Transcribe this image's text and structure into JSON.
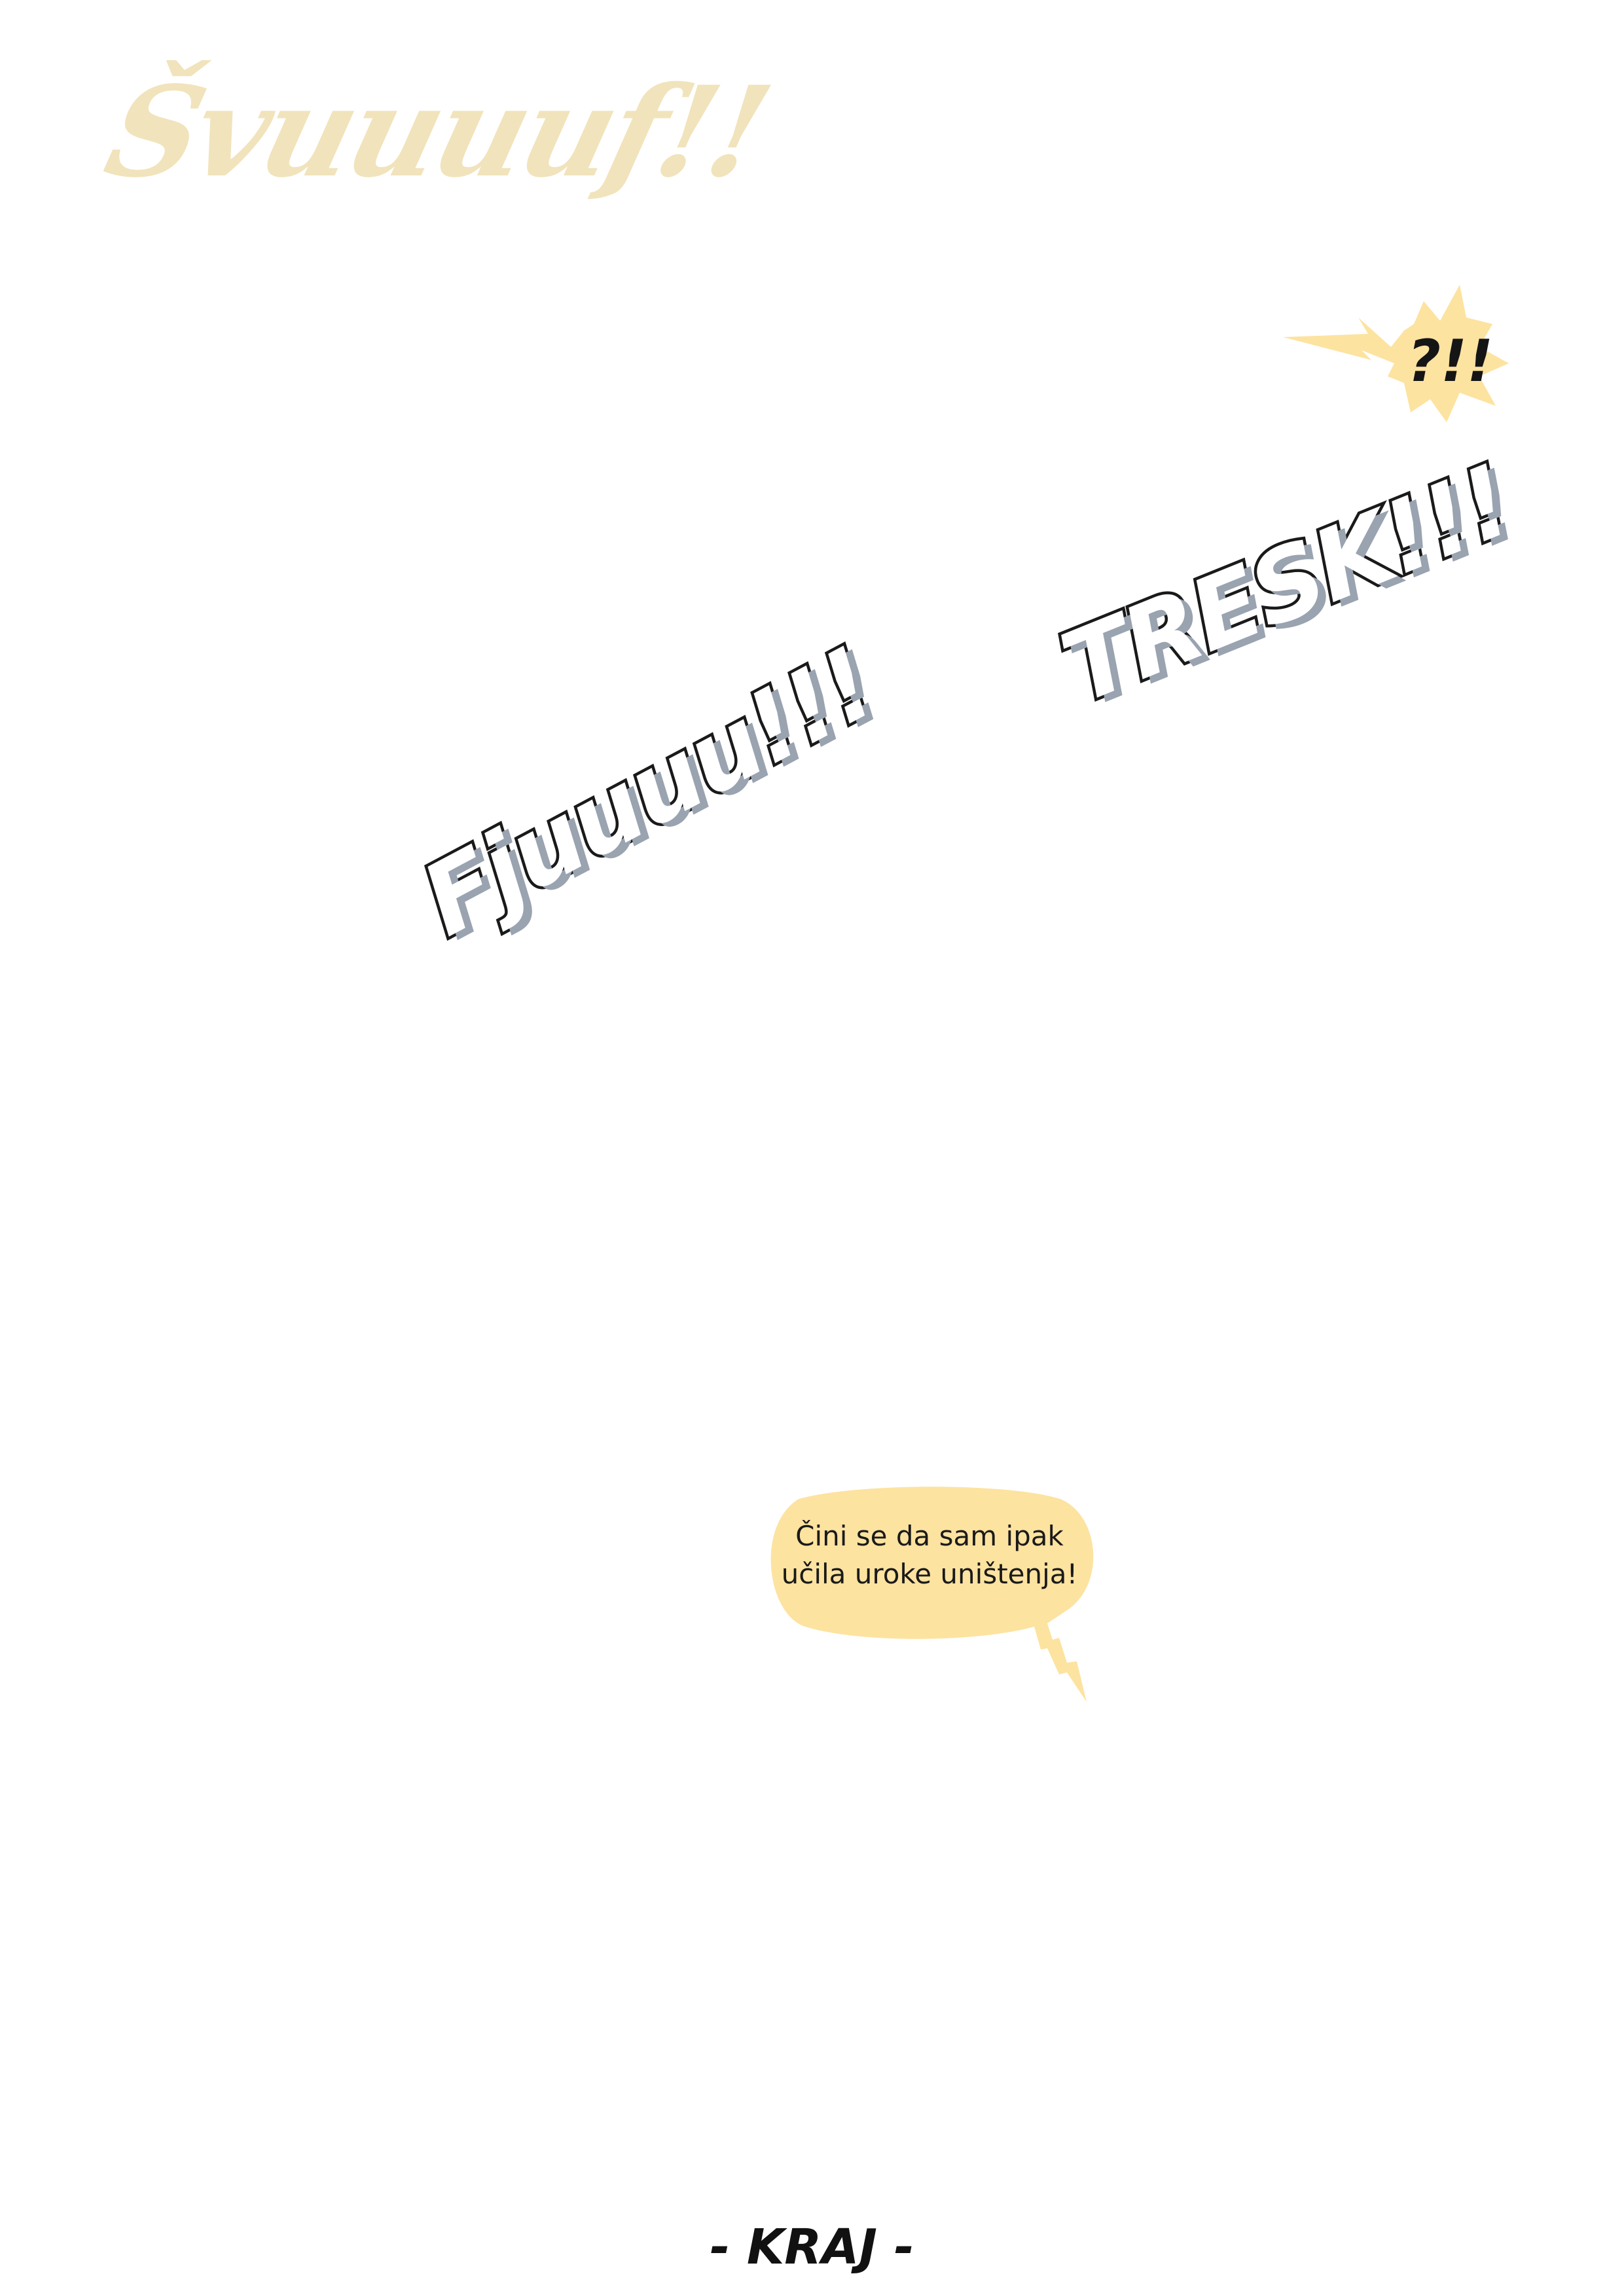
{
  "sfx": {
    "swoosh": "Švuuuuf!!",
    "burst": "?!!",
    "crash": "TRESK!!!",
    "whoosh": "Fjuuuu!!!"
  },
  "bubble": {
    "line1": "Čini se da sam ipak",
    "line2": "učila uroke uništenja!"
  },
  "footer": {
    "end_label": "- KRAJ -"
  },
  "colors": {
    "swoosh": "#f1e2b8",
    "burst_fill": "#fde3a0",
    "bubble_fill": "#fde3a0",
    "outline": "#1a1a1a",
    "shadow": "#9aa3b0"
  }
}
